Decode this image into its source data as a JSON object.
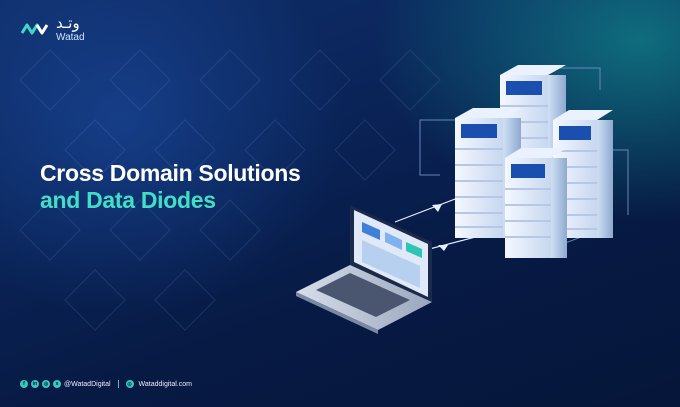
{
  "brand": {
    "logo_arabic": "وتـد",
    "logo_english": "Watad"
  },
  "headline": {
    "line1": "Cross Domain Solutions",
    "line2": "and Data Diodes"
  },
  "footer": {
    "social_handle": "@WatadDigital",
    "website": "Wataddigital.com",
    "social_icons": [
      "facebook-icon",
      "linkedin-icon",
      "instagram-icon",
      "x-icon"
    ]
  },
  "colors": {
    "accent_teal": "#41e0c5",
    "background_navy": "#071a3c",
    "text_white": "#ffffff"
  }
}
